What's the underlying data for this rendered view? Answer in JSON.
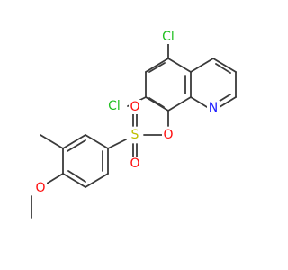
{
  "atoms": [
    {
      "id": "cl1",
      "symbol": "Cl",
      "color": "#1fbf1f"
    },
    {
      "id": "cl2",
      "symbol": "Cl",
      "color": "#1fbf1f"
    },
    {
      "id": "n1",
      "symbol": "N",
      "color": "#1f1fff"
    },
    {
      "id": "o_ester",
      "symbol": "O",
      "color": "#ff0d0d"
    },
    {
      "id": "s1",
      "symbol": "S",
      "color": "#bfbf00"
    },
    {
      "id": "o_s1",
      "symbol": "O",
      "color": "#ff0d0d"
    },
    {
      "id": "o_s2",
      "symbol": "O",
      "color": "#ff0d0d"
    },
    {
      "id": "o_ether",
      "symbol": "O",
      "color": "#ff0d0d"
    }
  ],
  "colors": {
    "bond": "#3a3a3a",
    "chlorine": "#1fbf1f",
    "nitrogen": "#1f1fff",
    "oxygen": "#ff0d0d",
    "sulfur": "#bfbf00",
    "background": "#ffffff"
  }
}
